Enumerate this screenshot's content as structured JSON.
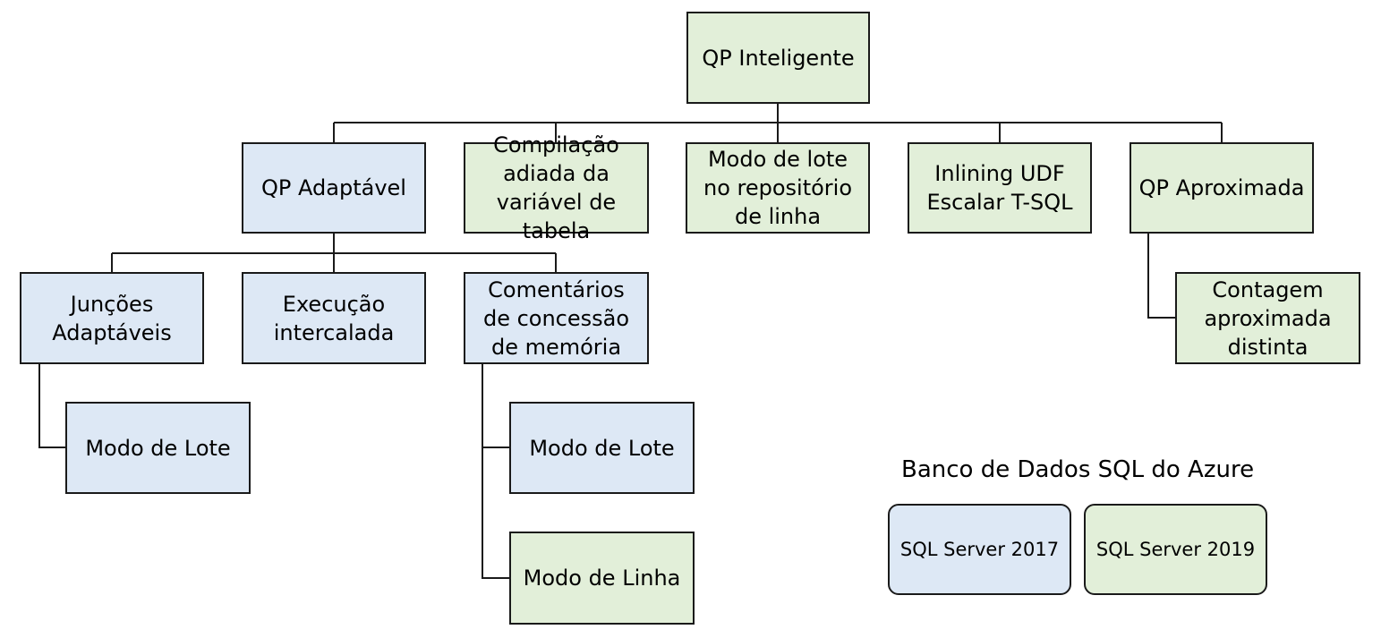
{
  "nodes": {
    "root": "QP Inteligente",
    "adaptive": "QP Adaptável",
    "table_var": "Compilação\nadiada da\nvariável de tabela",
    "batch_rowstore": "Modo de lote\nno repositório\nde linha",
    "udf_inlining": "Inlining UDF\nEscalar T-SQL",
    "approx_qp": "QP Aproximada",
    "adaptive_joins": "Junções\nAdaptáveis",
    "interleaved": "Execução\nintercalada",
    "memory_grant": "Comentários\nde concessão\nde memória",
    "approx_count": "Contagem\naproximada\ndistinta",
    "joins_batch": "Modo de Lote",
    "mg_batch": "Modo de Lote",
    "mg_row": "Modo de Linha"
  },
  "legend": {
    "title": "Banco de Dados SQL do Azure",
    "sql2017": "SQL Server 2017",
    "sql2019": "SQL Server 2019"
  },
  "colors": {
    "sql2017_fill": "#dde8f5",
    "sql2019_fill": "#e2efd9",
    "border": "#1a1a1a"
  }
}
